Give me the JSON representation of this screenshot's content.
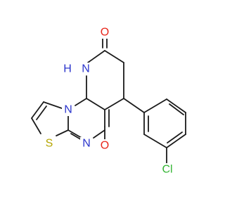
{
  "molecule": {
    "atom_labels": {
      "carbonyl_o_top": "O",
      "nh": "H",
      "nh_n": "N",
      "ring_n_bridge": "N",
      "ring_n_lower": "N",
      "carbonyl_o_bottom": "O",
      "sulfur": "S",
      "chlorine": "Cl"
    },
    "colors": {
      "bond": "#1a1a1a",
      "oxygen": "#e8261b",
      "nitrogen": "#2b35cc",
      "sulfur": "#b5a500",
      "chlorine": "#33b533"
    }
  }
}
